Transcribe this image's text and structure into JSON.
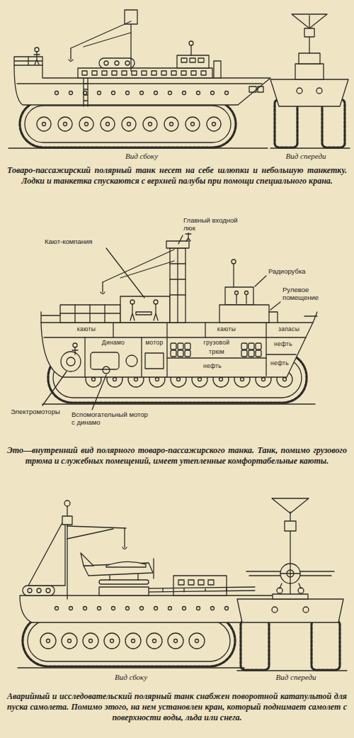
{
  "diagram": {
    "labels": [
      "Вид сбоку",
      "Вид спереди",
      "Товаро-пассажирский полярный танк несет на себе шлюпки и небольшую танкетку. Лодки и танкетка спускаются с верхней палубы при помощи специального крана.",
      "Главный входной люк",
      "Кают-компания",
      "Радиорубка",
      "Рулевое помещение",
      "каюты",
      "каюты",
      "запасы",
      "Динамо",
      "мотор",
      "грузовой",
      "нефть",
      "трюм",
      "нефть",
      "нефть",
      "Электромоторы",
      "Вспомогательный мотор с динамо",
      "Это—внутренний вид полярного товаро-пассажирского танка. Танк, помимо грузового трюма и служебных помещений, имеет утепленные комфортабельные каюты.",
      "Вид сбоку",
      "Вид спереди",
      "Аварийный и исследовательский полярный танк снабжен поворотной катапультой для пуска самолета. Помимо этого, на нем установлен кран, который поднимает самолет с поверхности воды, льда или снега."
    ]
  }
}
